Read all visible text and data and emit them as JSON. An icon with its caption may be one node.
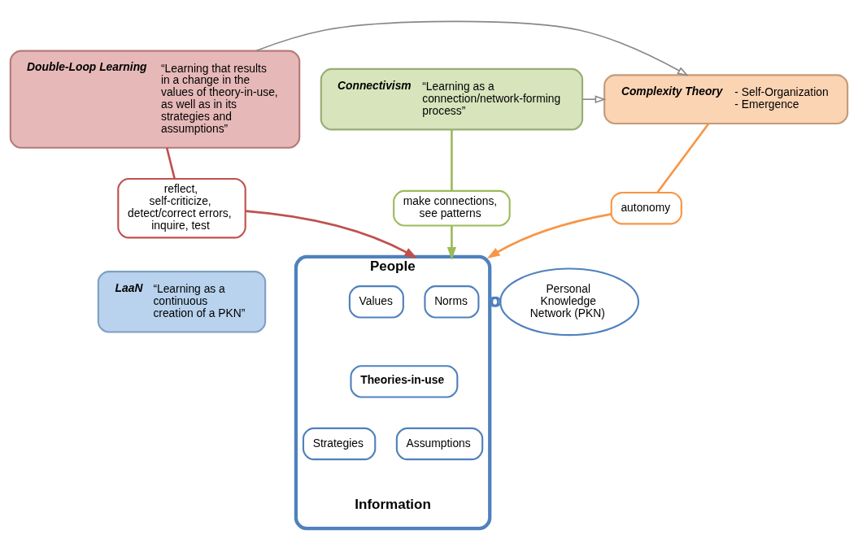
{
  "diagram": {
    "nodes": [
      {
        "text": [
          "Double-Loop Learning",
          "“Learning that results in a change in the values of theory-in-use, as well as in its strategies and assumptions”"
        ]
      },
      {
        "text": [
          "Complexity Theory",
          "- Self-Organization",
          "- Emergence"
        ]
      },
      {
        "text": [
          "Connectivism",
          "“Learning as a connection/network-forming process”"
        ]
      },
      {
        "text": [
          "reflect, self-criticize, detect/correct errors, inquire, test"
        ]
      },
      {
        "text": [
          "autonomy"
        ]
      },
      {
        "text": [
          "make connections, see patterns"
        ]
      },
      {
        "text": [
          "People",
          "Information"
        ]
      },
      {
        "text": [
          "Norms"
        ],
        "in": 6
      },
      {
        "text": [
          "Values"
        ],
        "in": 6
      },
      {
        "text": [
          "Theories-in-use"
        ],
        "in": 6
      },
      {
        "text": [
          "Strategies"
        ],
        "in": 6
      },
      {
        "text": [
          "Assumptions"
        ],
        "in": 6
      },
      {
        "text": [
          "Personal Knowledge Network (PKN)"
        ]
      },
      {
        "text": [
          "LaaN",
          "“Learning as a continuous creation of a PKN”"
        ]
      }
    ],
    "edges": [
      {
        "from": 0,
        "to": 1,
        "arrow": "to"
      },
      {
        "from": 2,
        "to": 1,
        "arrow": "to"
      },
      {
        "from": 0,
        "to": 3,
        "arrow": "none",
        "color": "#c0504d"
      },
      {
        "from": 3,
        "to": 6,
        "arrow": "to",
        "color": "#c0504d"
      },
      {
        "from": 1,
        "to": 4,
        "arrow": "none",
        "color": "#f79646"
      },
      {
        "from": 4,
        "to": 6,
        "arrow": "to",
        "color": "#f79646"
      },
      {
        "from": 2,
        "to": 5,
        "arrow": "none",
        "color": "#9bbb59"
      },
      {
        "from": 5,
        "to": 6,
        "arrow": "to",
        "color": "#9bbb59"
      },
      {
        "from": 6,
        "to": 12,
        "arrow": "other",
        "color": "#4f81bd"
      }
    ]
  }
}
